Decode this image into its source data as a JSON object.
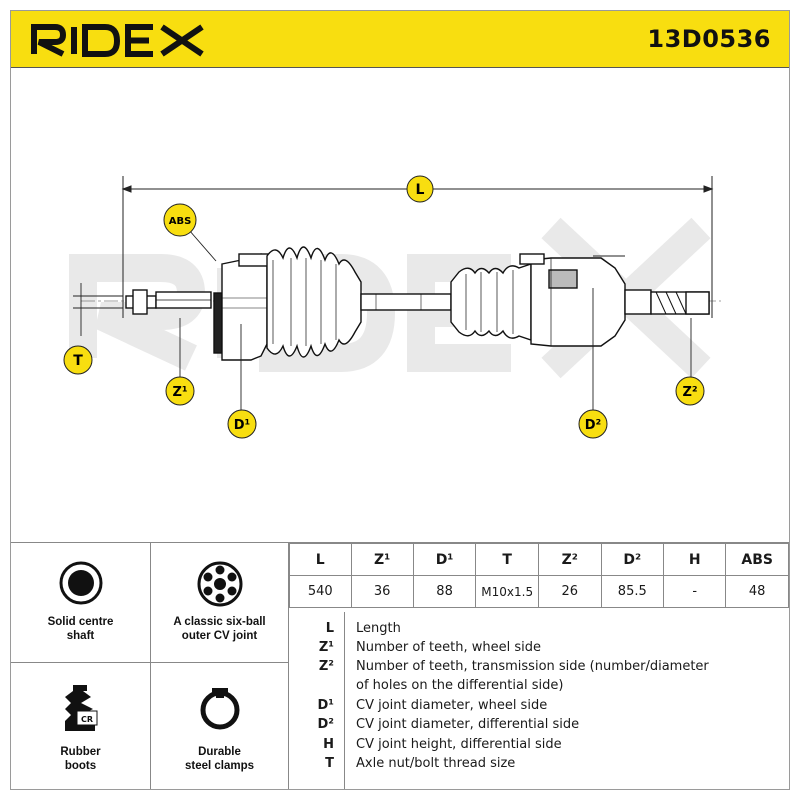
{
  "header": {
    "brand": "RIDEX",
    "part_number": "13D0536"
  },
  "watermark": "RIDEX",
  "diagram": {
    "labels": {
      "length": "L",
      "abs": "ABS",
      "thread": "T",
      "teeth_wheel": "Z¹",
      "diameter_wheel": "D¹",
      "diameter_diff": "D²",
      "teeth_trans": "Z²"
    }
  },
  "features": [
    {
      "label_line1": "Solid centre",
      "label_line2": "shaft",
      "icon": "solid-shaft-icon"
    },
    {
      "label_line1": "A classic six-ball",
      "label_line2": "outer CV joint",
      "icon": "six-ball-joint-icon"
    },
    {
      "label_line1": "Rubber",
      "label_line2": "boots",
      "icon": "rubber-boot-icon",
      "badge": "CR"
    },
    {
      "label_line1": "Durable",
      "label_line2": "steel clamps",
      "icon": "steel-clamp-icon"
    }
  ],
  "spec_table": {
    "headers": [
      "L",
      "Z¹",
      "D¹",
      "T",
      "Z²",
      "D²",
      "H",
      "ABS"
    ],
    "values": [
      "540",
      "36",
      "88",
      "M10x1.5",
      "26",
      "85.5",
      "-",
      "48"
    ]
  },
  "legend": [
    {
      "key": "L",
      "text": "Length"
    },
    {
      "key": "Z¹",
      "text": "Number of teeth, wheel side"
    },
    {
      "key": "Z²",
      "text": "Number of teeth, transmission side (number/diameter"
    },
    {
      "key": "",
      "text": "of holes on the differential side)"
    },
    {
      "key": "D¹",
      "text": "CV joint diameter, wheel side"
    },
    {
      "key": "D²",
      "text": "CV joint diameter, differential side"
    },
    {
      "key": "H",
      "text": "CV joint height, differential side"
    },
    {
      "key": "T",
      "text": "Axle nut/bolt thread size"
    }
  ],
  "colors": {
    "accent_yellow": "#f8de10",
    "ink": "#1a1a1a",
    "watermark_gray": "#e6e6e6"
  }
}
